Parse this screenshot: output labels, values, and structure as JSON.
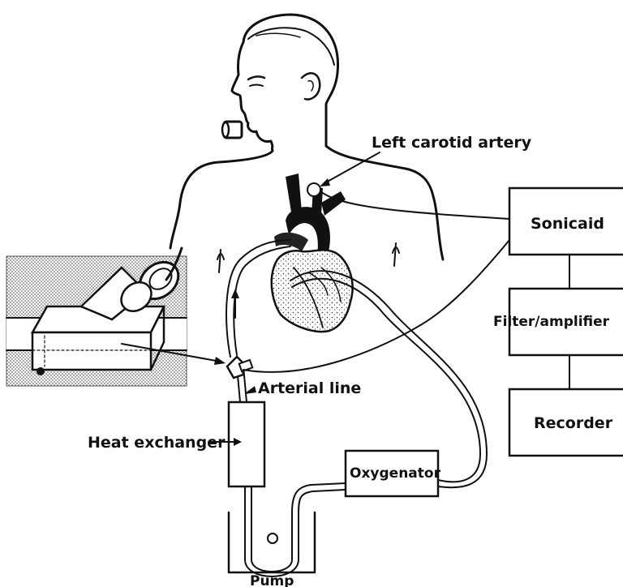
{
  "labels": {
    "left_carotid_artery": "Left carotid artery",
    "sonicaid": "Sonicaid",
    "filter_amplifier": "Filter/amplifier",
    "recorder": "Recorder",
    "arterial_line": "Arterial line",
    "heat_exchanger": "Heat exchanger",
    "oxygenator": "Oxygenator",
    "pump": "Pump"
  },
  "colors": {
    "ink": "#111111",
    "paper": "#ffffff",
    "stipple": "#b8b8b8"
  }
}
